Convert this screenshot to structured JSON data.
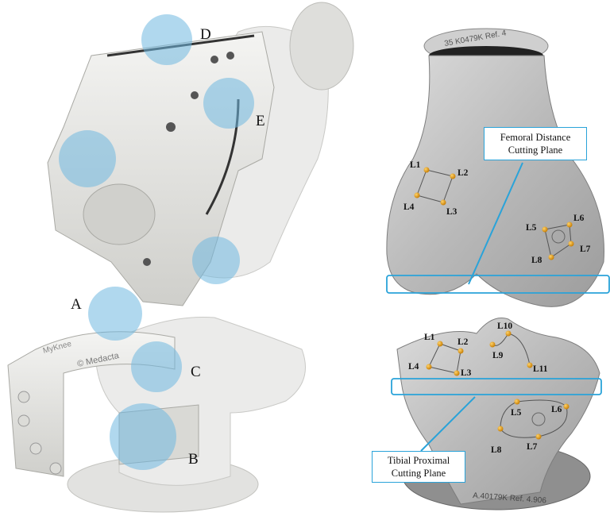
{
  "top_left_labels": {
    "d": "D",
    "e": "E"
  },
  "bottom_left_labels": {
    "a": "A",
    "c": "C",
    "b": "B"
  },
  "femoral": {
    "callout_line1": "Femoral Distance",
    "callout_line2": "Cutting Plane",
    "points": [
      "L1",
      "L2",
      "L3",
      "L4",
      "L5",
      "L6",
      "L7",
      "L8"
    ],
    "engraving": "35 K0479K Ref. 4"
  },
  "tibial": {
    "callout_line1": "Tibial Proximal",
    "callout_line2": "Cutting Plane",
    "points": [
      "L1",
      "L2",
      "L3",
      "L4",
      "L9",
      "L10",
      "L11",
      "L5",
      "L6",
      "L7",
      "L8"
    ],
    "engraving": "A.40179K Ref. 4.906"
  },
  "guide_text": {
    "brand": "© Medacta",
    "logo": "MyKnee"
  },
  "colors": {
    "highlight": "#6fb8e0",
    "callout_border": "#2aa3d9",
    "landmark": "#e8a51c",
    "bone": "#c8c8c8",
    "guide": "#e6e6e2"
  }
}
